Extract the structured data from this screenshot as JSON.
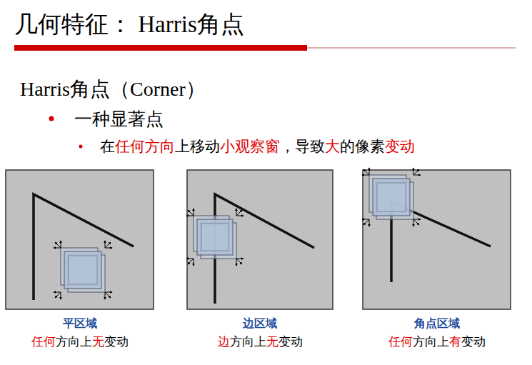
{
  "diagram": {
    "title": "几何特征： Harris角点",
    "nodes": [
      {
        "text": [
          "平区域",
          "任何方向上无变动"
        ]
      },
      {
        "text": [
          "边区域",
          "边方向上无变动"
        ]
      },
      {
        "text": [
          "角点区域",
          "任何方向上有变动"
        ]
      }
    ],
    "labels": [
      "Harris角点（Corner）",
      "一种显著点",
      "在任何方向上移动小观察窗，导致大的像素变动"
    ]
  }
}
